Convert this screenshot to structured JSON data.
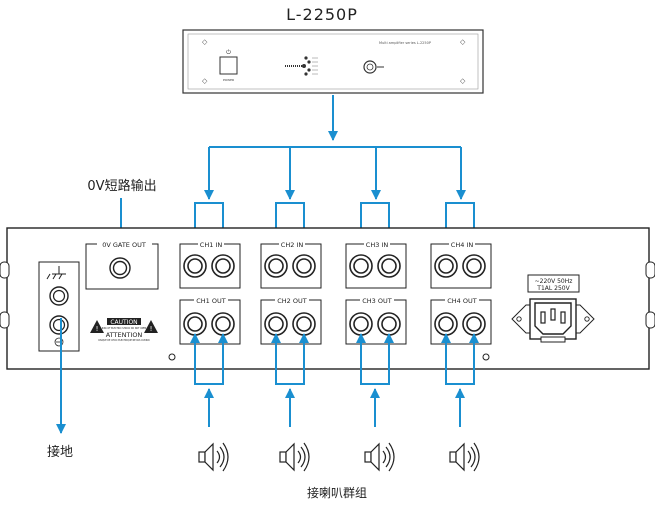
{
  "device_title": "L-2250P",
  "front_panel": {
    "power_label": "POWER",
    "brand_text": "Multi amplifier series  L-2250P"
  },
  "labels": {
    "short_output": "0V短路输出",
    "ground": "接地",
    "speaker_group": "接喇叭群组"
  },
  "rear_panel": {
    "gate_out": "0V  GATE OUT",
    "ch_in": [
      "CH1 IN",
      "CH2 IN",
      "CH3 IN",
      "CH4 IN"
    ],
    "ch_out": [
      "CH1 OUT",
      "CH2 OUT",
      "CH3 OUT",
      "CH4 OUT"
    ],
    "caution_title": "CAUTION",
    "caution_sub": "RISK OF ELECTRIC SHOCK DO NOT OPEN",
    "attention_title": "ATTENTION",
    "attention_sub": "RISQUE DE CHOC ELECTRIQUE NE PAS OUVRIR",
    "power_spec_line1": "~220V 50Hz",
    "power_spec_line2": "T1AL 250V"
  },
  "colors": {
    "arrow": "#1a8fd0",
    "line": "#1a1a1a",
    "label": "#222222"
  },
  "icons": [
    "ground-symbol-icon",
    "warning-triangle-icon",
    "speaker-icon",
    "xlr-jack-icon",
    "iec-power-socket-icon"
  ]
}
